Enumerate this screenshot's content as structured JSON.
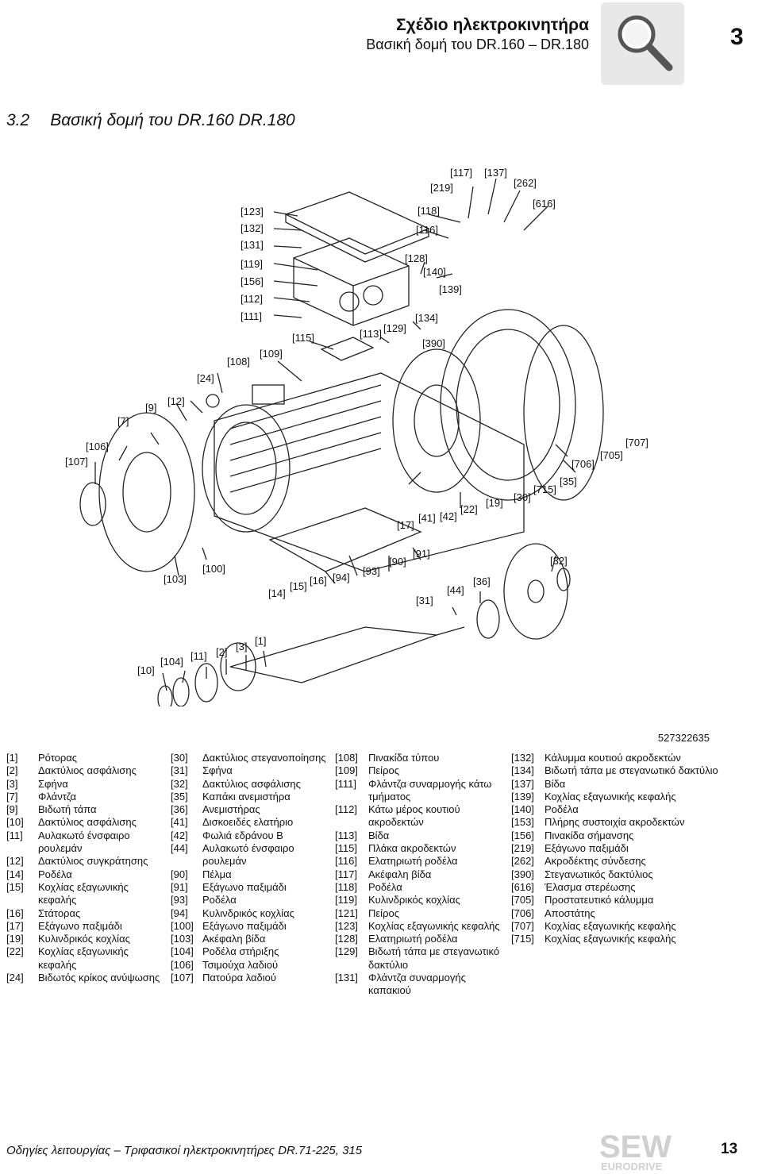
{
  "header": {
    "title": "Σχέδιο ηλεκτροκινητήρα",
    "subtitle": "Βασική δομή του DR.160 – DR.180",
    "chapter_number": "3",
    "icon": "magnifier-icon"
  },
  "section": {
    "number": "3.2",
    "title": "Βασική δομή του DR.160 DR.180"
  },
  "drawing": {
    "id": "527322635",
    "callouts": [
      "[117]",
      "[137]",
      "[219]",
      "[262]",
      "[616]",
      "[123]",
      "[118]",
      "[132]",
      "[116]",
      "[131]",
      "[128]",
      "[119]",
      "[140]",
      "[156]",
      "[139]",
      "[112]",
      "[111]",
      "[134]",
      "[129]",
      "[115]",
      "[113]",
      "[390]",
      "[109]",
      "[108]",
      "[24]",
      "[12]",
      "[9]",
      "[7]",
      "[106]",
      "[107]",
      "[707]",
      "[705]",
      "[706]",
      "[35]",
      "[715]",
      "[30]",
      "[19]",
      "[22]",
      "[42]",
      "[41]",
      "[17]",
      "[91]",
      "[90]",
      "[93]",
      "[94]",
      "[16]",
      "[15]",
      "[14]",
      "[100]",
      "[103]",
      "[32]",
      "[36]",
      "[44]",
      "[31]",
      "[1]",
      "[3]",
      "[2]",
      "[11]",
      "[104]",
      "[10]"
    ]
  },
  "legend": {
    "columns": [
      [
        {
          "key": "[1]",
          "text": "Ρότορας"
        },
        {
          "key": "[2]",
          "text": "Δακτύλιος ασφάλισης"
        },
        {
          "key": "[3]",
          "text": "Σφήνα"
        },
        {
          "key": "[7]",
          "text": "Φλάντζα"
        },
        {
          "key": "[9]",
          "text": "Βιδωτή τάπα"
        },
        {
          "key": "[10]",
          "text": "Δακτύλιος ασφάλισης"
        },
        {
          "key": "[11]",
          "text": "Αυλακωτό ένσφαιρο ρουλεμάν"
        },
        {
          "key": "[12]",
          "text": "Δακτύλιος συγκράτησης"
        },
        {
          "key": "[14]",
          "text": "Ροδέλα"
        },
        {
          "key": "[15]",
          "text": "Κοχλίας εξαγωνικής κεφαλής"
        },
        {
          "key": "[16]",
          "text": "Στάτορας"
        },
        {
          "key": "[17]",
          "text": "Εξάγωνο παξιμάδι"
        },
        {
          "key": "[19]",
          "text": "Κυλινδρικός κοχλίας"
        },
        {
          "key": "[22]",
          "text": "Κοχλίας εξαγωνικής κεφαλής"
        },
        {
          "key": "[24]",
          "text": "Βιδωτός κρίκος ανύψωσης"
        }
      ],
      [
        {
          "key": "[30]",
          "text": "Δακτύλιος στεγανοποίησης"
        },
        {
          "key": "[31]",
          "text": "Σφήνα"
        },
        {
          "key": "[32]",
          "text": "Δακτύλιος ασφάλισης"
        },
        {
          "key": "[35]",
          "text": "Καπάκι ανεμιστήρα"
        },
        {
          "key": "[36]",
          "text": "Ανεμιστήρας"
        },
        {
          "key": "[41]",
          "text": "Δισκοειδές ελατήριο"
        },
        {
          "key": "[42]",
          "text": "Φωλιά εδράνου B"
        },
        {
          "key": "[44]",
          "text": "Αυλακωτό ένσφαιρο ρουλεμάν"
        },
        {
          "key": "[90]",
          "text": "Πέλμα"
        },
        {
          "key": "[91]",
          "text": "Εξάγωνο παξιμάδι"
        },
        {
          "key": "[93]",
          "text": "Ροδέλα"
        },
        {
          "key": "[94]",
          "text": "Κυλινδρικός κοχλίας"
        },
        {
          "key": "[100]",
          "text": "Εξάγωνο παξιμάδι"
        },
        {
          "key": "[103]",
          "text": "Ακέφαλη βίδα"
        },
        {
          "key": "[104]",
          "text": "Ροδέλα στήριξης"
        },
        {
          "key": "[106]",
          "text": "Τσιμούχα λαδιού"
        },
        {
          "key": "[107]",
          "text": "Πατούρα λαδιού"
        }
      ],
      [
        {
          "key": "[108]",
          "text": "Πινακίδα τύπου"
        },
        {
          "key": "[109]",
          "text": "Πείρος"
        },
        {
          "key": "[111]",
          "text": "Φλάντζα συναρμογής κάτω τμήματος"
        },
        {
          "key": "[112]",
          "text": "Κάτω μέρος κουτιού ακροδεκτών"
        },
        {
          "key": "[113]",
          "text": "Βίδα"
        },
        {
          "key": "[115]",
          "text": "Πλάκα ακροδεκτών"
        },
        {
          "key": "[116]",
          "text": "Ελατηριωτή ροδέλα"
        },
        {
          "key": "[117]",
          "text": "Ακέφαλη βίδα"
        },
        {
          "key": "[118]",
          "text": "Ροδέλα"
        },
        {
          "key": "[119]",
          "text": "Κυλινδρικός κοχλίας"
        },
        {
          "key": "[121]",
          "text": "Πείρος"
        },
        {
          "key": "[123]",
          "text": "Κοχλίας εξαγωνικής κεφαλής"
        },
        {
          "key": "[128]",
          "text": "Ελατηριωτή ροδέλα"
        },
        {
          "key": "[129]",
          "text": "Βιδωτή τάπα με στεγανωτικό δακτύλιο"
        },
        {
          "key": "[131]",
          "text": "Φλάντζα συναρμογής καπακιού"
        }
      ],
      [
        {
          "key": "[132]",
          "text": "Κάλυμμα κουτιού ακροδεκτών"
        },
        {
          "key": "[134]",
          "text": "Βιδωτή τάπα με στεγανωτικό δακτύλιο"
        },
        {
          "key": "[137]",
          "text": "Βίδα"
        },
        {
          "key": "[139]",
          "text": "Κοχλίας εξαγωνικής κεφαλής"
        },
        {
          "key": "[140]",
          "text": "Ροδέλα"
        },
        {
          "key": "[153]",
          "text": "Πλήρης συστοιχία ακροδεκτών"
        },
        {
          "key": "[156]",
          "text": "Πινακίδα σήμανσης"
        },
        {
          "key": "[219]",
          "text": "Εξάγωνο παξιμάδι"
        },
        {
          "key": "[262]",
          "text": "Ακροδέκτης σύνδεσης"
        },
        {
          "key": "[390]",
          "text": "Στεγανωτικός δακτύλιος"
        },
        {
          "key": "[616]",
          "text": "Έλασμα στερέωσης"
        },
        {
          "key": "[705]",
          "text": "Προστατευτικό κάλυμμα"
        },
        {
          "key": "[706]",
          "text": "Αποστάτης"
        },
        {
          "key": "[707]",
          "text": "Κοχλίας εξαγωνικής κεφαλής"
        },
        {
          "key": "[715]",
          "text": "Κοχλίας εξαγωνικής κεφαλής"
        }
      ]
    ]
  },
  "footer": {
    "text": "Οδηγίες λειτουργίας – Τριφασικοί ηλεκτροκινητήρες DR.71-225, 315",
    "page_number": "13",
    "logo_line1": "SEW",
    "logo_line2": "EURODRIVE"
  }
}
